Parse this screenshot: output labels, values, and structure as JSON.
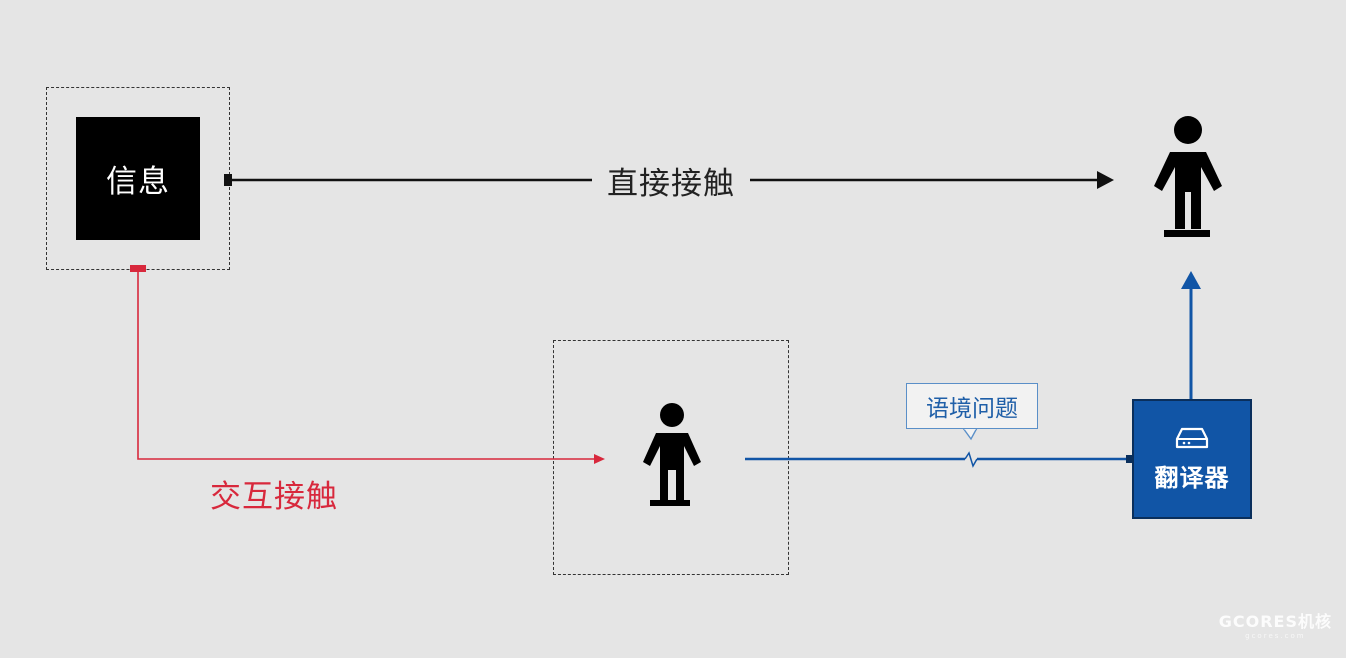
{
  "nodes": {
    "info_label": "信息",
    "translator_label": "翻译器"
  },
  "edges": {
    "direct_label": "直接接触",
    "interactive_label": "交互接触",
    "context_label": "语境问题"
  },
  "colors": {
    "background": "#e5e5e5",
    "direct": "#111111",
    "interactive": "#d8283c",
    "translation": "#1155a6"
  },
  "icons": [
    "person-icon",
    "person-icon",
    "drive-icon"
  ],
  "watermark": {
    "brand": "GCORES机核",
    "url": "gcores.com"
  }
}
